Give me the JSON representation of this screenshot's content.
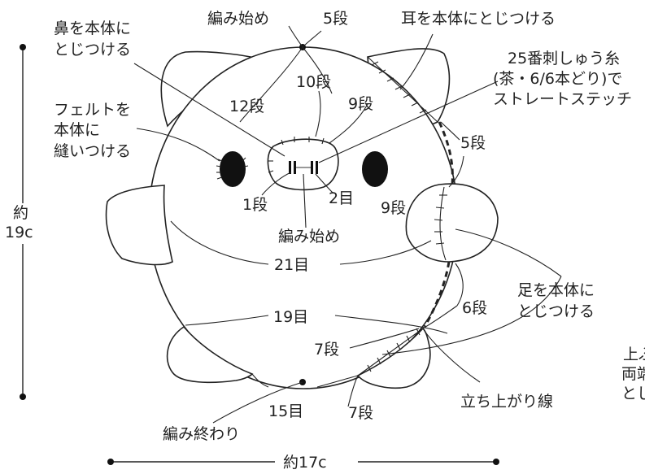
{
  "diagram": {
    "labels": {
      "ami_hajime_top": "編み始め",
      "dan5_top": "5段",
      "mimi_label": "耳を本体にとじつける",
      "hana_l1": "鼻を本体に",
      "hana_l2": "とじつける",
      "ito_l1": "25番刺しゅう糸",
      "ito_l2": "(茶・6/6本どり)で",
      "ito_l3": "ストレートステッチ",
      "dan10": "10段",
      "dan12": "12段",
      "dan9_ear": "9段",
      "felt_l1": "フェルトを",
      "felt_l2": "本体に",
      "felt_l3": "縫いつける",
      "dan5_right": "5段",
      "dan1": "1段",
      "me2": "2目",
      "dan9_foot": "9段",
      "ami_hajime_nose": "編み始め",
      "me21": "21目",
      "ashi_l1": "足を本体に",
      "ashi_l2": "とじつける",
      "dan6": "6段",
      "me19": "19目",
      "dan7_a": "7段",
      "dan7_b": "7段",
      "me15": "15目",
      "tachiagari": "立ち上がり線",
      "ami_owari": "編み終わり",
      "height_l1": "約",
      "height_l2": "19c",
      "width": "約17c",
      "cut_l1": "上ぶ",
      "cut_l2": "両端",
      "cut_l3": "とじ"
    }
  }
}
